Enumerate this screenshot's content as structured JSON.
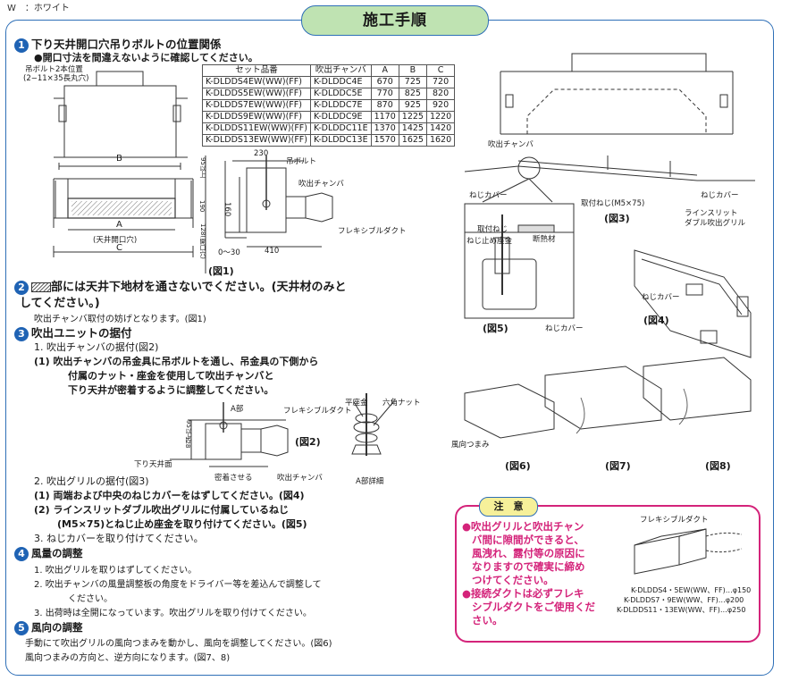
{
  "header_note": "W　：ホワイト",
  "title": "施工手順",
  "section1": {
    "num": "1",
    "title": "下り天井開口穴吊りボルトの位置関係",
    "subtitle": "●開口寸法を間違えないように確認してください。",
    "table": {
      "headers": [
        "セット品番",
        "吹出チャンバ",
        "A",
        "B",
        "C"
      ],
      "rows": [
        [
          "K-DLDDS4EW(WW)(FF)",
          "K-DLDDC4E",
          "670",
          "725",
          "720"
        ],
        [
          "K-DLDDS5EW(WW)(FF)",
          "K-DLDDC5E",
          "770",
          "825",
          "820"
        ],
        [
          "K-DLDDS7EW(WW)(FF)",
          "K-DLDDC7E",
          "870",
          "925",
          "920"
        ],
        [
          "K-DLDDS9EW(WW)(FF)",
          "K-DLDDC9E",
          "1170",
          "1225",
          "1220"
        ],
        [
          "K-DLDDS11EW(WW)(FF)",
          "K-DLDDC11E",
          "1370",
          "1425",
          "1420"
        ],
        [
          "K-DLDDS13EW(WW)(FF)",
          "K-DLDDC13E",
          "1570",
          "1625",
          "1620"
        ]
      ]
    },
    "fig1_labels": {
      "bolt_pos": "吊ボルト2本位置",
      "bolt_hole": "(2−11×35長丸穴)",
      "B": "B",
      "A": "A",
      "opening": "(天井開口穴)",
      "C": "C",
      "dim_95": "95以上",
      "dim_190": "190",
      "dim_128": "128(開口穴)",
      "dim_230": "230",
      "bolt": "吊ボルト",
      "chamber": "吹出チャンバ",
      "dim_160": "160",
      "flex_duct": "フレキシブルダクト",
      "dim_0_30": "0〜30",
      "dim_410": "410",
      "fig": "(図1)"
    }
  },
  "section2": {
    "num": "2",
    "text_a": "部には天井下地材を通さないでください。(天井材のみと",
    "text_b": "してください。)",
    "note": "吹出チャンバ取付の妨げとなります。(図1)"
  },
  "section3": {
    "num": "3",
    "title": "吹出ユニットの据付",
    "step1": "1. 吹出チャンバの据付(図2)",
    "step1_1a": "(1) 吹出チャンバの吊金具に吊ボルトを通し、吊金具の下側から",
    "step1_1b": "付属のナット・座金を使用して吹出チャンバと",
    "step1_1c": "下り天井が密着するように調整してください。",
    "fig2_labels": {
      "flat_washer": "平座金",
      "hex_nut": "六角ナット",
      "a_part": "A部",
      "flex_duct": "フレキシブルダクト",
      "dim_95": "95以上",
      "dim_128": "128",
      "fig": "(図2)",
      "ceiling": "下り天井面",
      "seal": "密着させる",
      "chamber": "吹出チャンバ",
      "a_detail": "A部詳細"
    },
    "step2": "2. 吹出グリルの据付(図3)",
    "step2_1": "(1) 両端および中央のねじカバーをはずしてください。(図4)",
    "step2_2a": "(2) ラインスリットダブル吹出グリルに付属しているねじ",
    "step2_2b": "(M5×75)とねじ止め座金を取り付けてください。(図5)",
    "step3": "3. ねじカバーを取り付けてください。"
  },
  "section4": {
    "num": "4",
    "title": "風量の調整",
    "l1": "1. 吹出グリルを取りはずしてください。",
    "l2a": "2. 吹出チャンバの風量調整板の角度をドライバー等を差込んで調整して",
    "l2b": "ください。",
    "l3": "3. 出荷時は全開になっています。吹出グリルを取り付けてください。"
  },
  "section5": {
    "num": "5",
    "title": "風向の調整",
    "l1": "手動にて吹出グリルの風向つまみを動かし、風向を調整してください。(図6)",
    "l2": "風向つまみの方向と、逆方向になります。(図7、8)"
  },
  "right_figs": {
    "chamber": "吹出チャンバ",
    "screw_cover_l": "ねじカバー",
    "screw": "取付ねじ(M5×75)",
    "screw_cover_r": "ねじカバー",
    "fig3": "(図3)",
    "grille_a": "ラインスリット",
    "grille_b": "ダブル吹出グリル",
    "mount_screw": "取付ねじ",
    "washer": "ねじ止め座金",
    "insulation": "断熱材",
    "fig5": "(図5)",
    "screw_cover_5": "ねじカバー",
    "screw_cover_4": "ねじカバー",
    "fig4": "(図4)",
    "knob": "風向つまみ",
    "fig6": "(図6)",
    "fig7": "(図7)",
    "fig8": "(図8)"
  },
  "caution": {
    "title": "注　意",
    "b1_l1": "●吹出グリルと吹出チャン",
    "b1_l2": "バ間に隙間ができると、",
    "b1_l3": "風洩れ、露付等の原因に",
    "b1_l4": "なりますので確実に締め",
    "b1_l5": "つけてください。",
    "b2_l1": "●接続ダクトは必ずフレキ",
    "b2_l2": "シブルダクトをご使用くだ",
    "b2_l3": "さい。",
    "flex": "フレキシブルダクト",
    "m1": "K-DLDDS4・5EW(WW、FF)…φ150",
    "m2": "K-DLDDS7・9EW(WW、FF)…φ200",
    "m3": "K-DLDDS11・13EW(WW、FF)…φ250"
  }
}
